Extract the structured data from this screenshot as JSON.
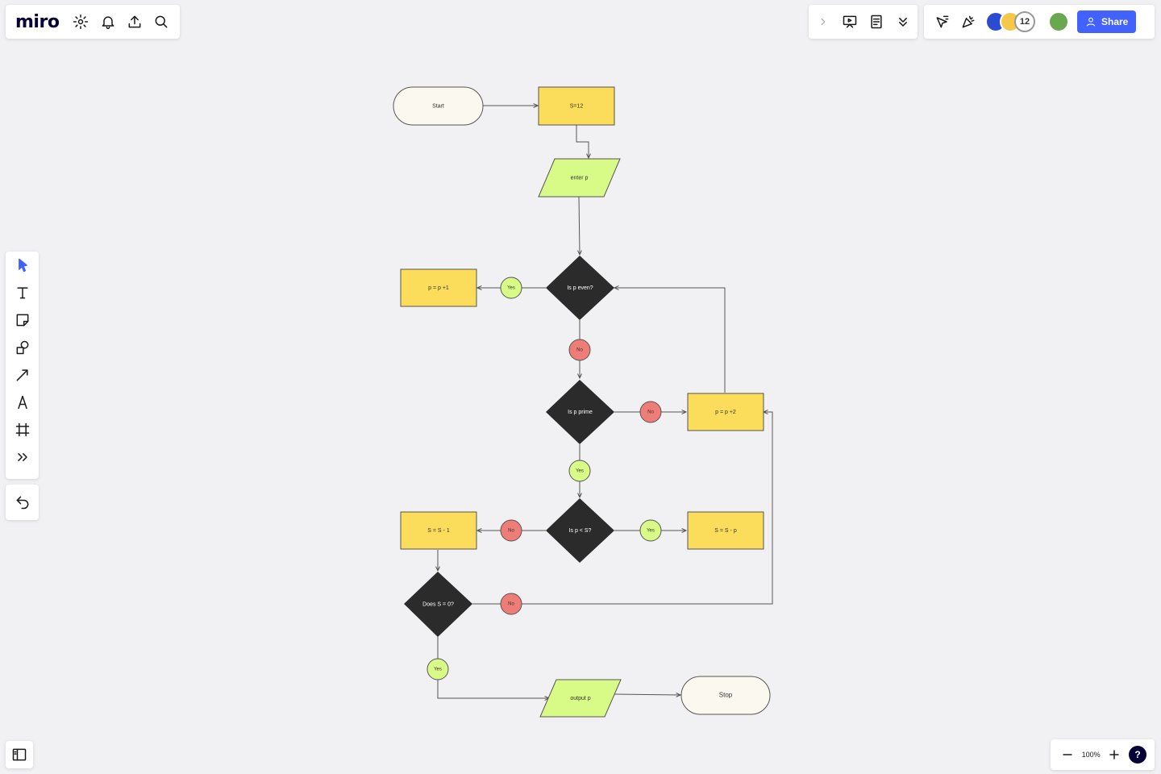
{
  "app": {
    "logo": "miro"
  },
  "toolbar": {
    "left_icons": [
      "settings-icon",
      "bell-icon",
      "upload-icon",
      "search-icon"
    ],
    "collab_count": "12",
    "share_label": "Share"
  },
  "zoom": {
    "level": "100%",
    "help": "?"
  },
  "colors": {
    "terminal": "#fbf8ef",
    "process": "#fbdc5b",
    "io": "#d8fb87",
    "decision": "#2b2b2b",
    "yes": "#d8fb87",
    "no": "#ee7c77",
    "accent": "#4262ff"
  },
  "flow": {
    "start": "Start",
    "init": "S=12",
    "input": "enter p",
    "even_q": "Is p even?",
    "inc1": "p = p +1",
    "prime_q": "Is p prime",
    "inc2": "p = p +2",
    "lt_q": "Is p < S?",
    "sub1": "S = S - 1",
    "subp": "S = S - p",
    "zero_q": "Does S = 0?",
    "output": "output p",
    "stop": "Stop",
    "badges": {
      "even_yes": "Yes",
      "even_no": "No",
      "prime_no": "No",
      "prime_yes": "Yes",
      "lt_no": "No",
      "lt_yes": "Yes",
      "zero_no": "No",
      "zero_yes": "Yes"
    }
  }
}
